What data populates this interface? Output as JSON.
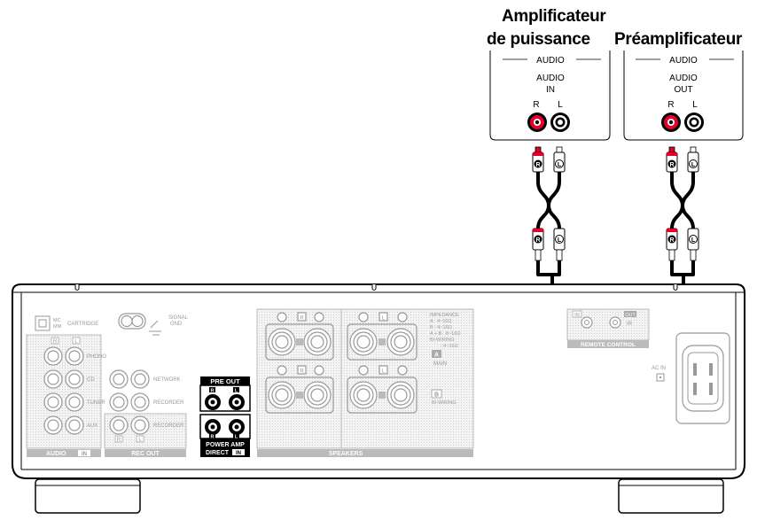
{
  "titles": {
    "power_amp_line1": "Amplificateur",
    "power_amp_line2": "de puissance",
    "preamp": "Préamplificateur"
  },
  "power_amp_box": {
    "group": "AUDIO",
    "label_line1": "AUDIO",
    "label_line2": "IN",
    "r": "R",
    "l": "L"
  },
  "preamp_box": {
    "group": "AUDIO",
    "label_line1": "AUDIO",
    "label_line2": "OUT",
    "r": "R",
    "l": "L"
  },
  "plug_labels": {
    "r": "R",
    "l": "L"
  },
  "rear_panel": {
    "cartridge_mc": "MC",
    "cartridge_mm": "MM",
    "cartridge": "CARTRIDGE",
    "signal_gnd_1": "SIGNAL",
    "signal_gnd_2": "GND",
    "phono": "PHONO",
    "cd": "CD",
    "tuner": "TUNER",
    "aux": "AUX",
    "network": "NETWORK",
    "recorder_in": "RECORDER",
    "recorder_out": "RECORDER",
    "audio": "AUDIO",
    "in_badge": "IN",
    "rec_out": "REC OUT",
    "pre_out": "PRE OUT",
    "power_amp_direct_1": "POWER AMP",
    "power_amp_direct_2": "DIRECT",
    "speakers": "SPEAKERS",
    "impedance": "IMPEDANCE",
    "imp_a": "A : 4~16Ω",
    "imp_b": "B : 4~16Ω",
    "imp_ab": "A + B : 8~16Ω",
    "bi_wiring": "BI-WIRING",
    "imp_bi": ": 4~16Ω",
    "main_badge": "A",
    "main": "MAIN",
    "b_badge": "B",
    "bi_wiring_b": "BI-WIRING",
    "remote_in": "IN",
    "remote_out": "OUT",
    "remote_ir": "IR",
    "remote_control": "REMOTE CONTROL",
    "ac_in": "AC IN",
    "ch_r": "R",
    "ch_l": "L"
  }
}
